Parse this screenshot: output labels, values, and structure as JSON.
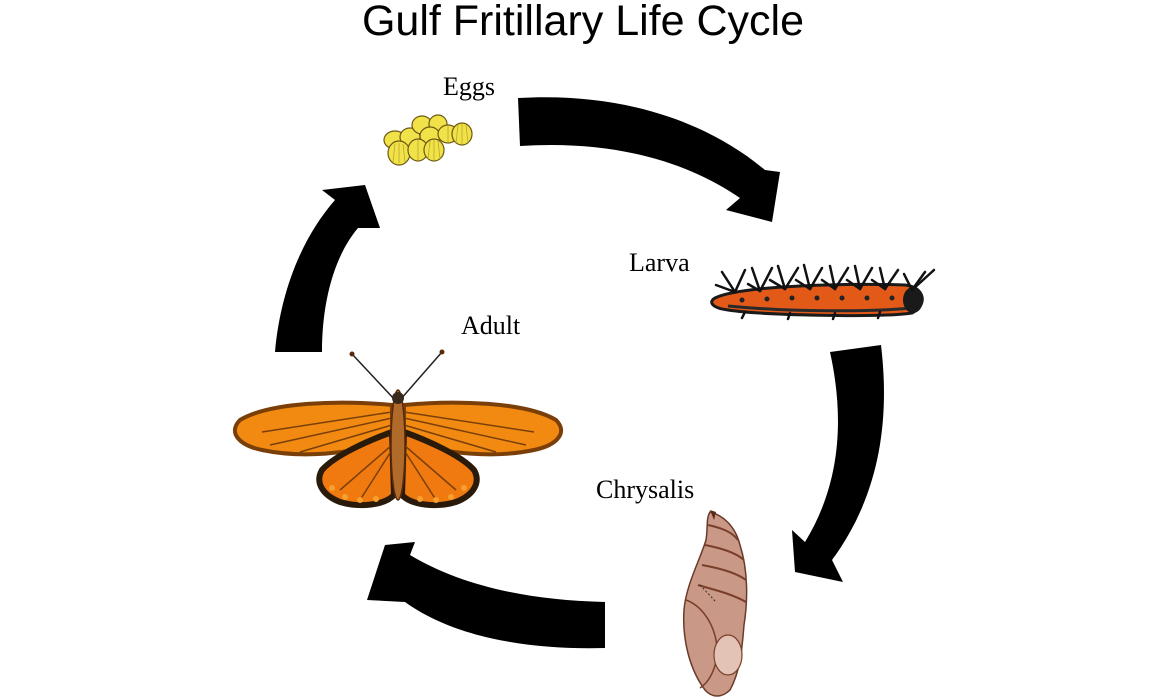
{
  "title": "Gulf Fritillary Life Cycle",
  "stages": {
    "eggs": "Eggs",
    "larva": "Larva",
    "chrysalis": "Chrysalis",
    "adult": "Adult"
  },
  "colors": {
    "arrow": "#000000",
    "egg_fill": "#f2e24a",
    "larva_body": "#e35a18",
    "chrysalis": "#c99886",
    "wing_orange": "#f28a12",
    "wing_dark": "#7a3f08"
  },
  "icons": [
    "egg-cluster-icon",
    "caterpillar-icon",
    "chrysalis-icon",
    "butterfly-icon",
    "cycle-arrow-icon"
  ]
}
